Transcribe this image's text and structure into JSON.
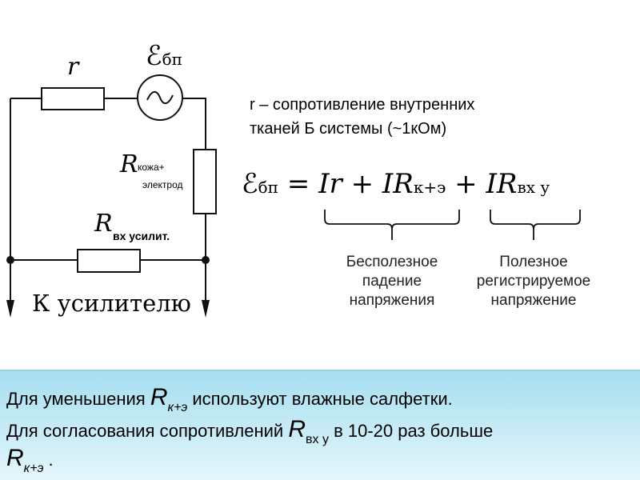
{
  "circuit": {
    "r_label": "r",
    "source_label": "ℰ",
    "source_sub": "бп",
    "r_skin_label": "R",
    "r_skin_sub_1": "кожа+",
    "r_skin_sub_2": "электрод",
    "r_in_label": "R",
    "r_in_sub": "вх усилит.",
    "output_label": "К усилителю"
  },
  "note": {
    "line1": "r – сопротивление внутренних",
    "line2": "тканей Б системы (~1кОм)"
  },
  "formula": {
    "lhs": "ℰ",
    "lhs_sub": "бп",
    "eq": " = ",
    "t1": "Ir",
    "plus1": " + ",
    "t2": "IR",
    "t2_sub": "к+э",
    "plus2": " + ",
    "t3": "IR",
    "t3_sub": "вх у"
  },
  "braces": {
    "useless": [
      "Бесполезное",
      "падение",
      "напряжения"
    ],
    "useful": [
      "Полезное",
      "регистрируемое",
      "напряжение"
    ]
  },
  "bottom": {
    "l1_a": "Для уменьшения ",
    "l1_R": "R",
    "l1_sub": "к+э",
    "l1_b": " используют влажные салфетки.",
    "l2_a": "Для согласования сопротивлений ",
    "l2_R": "R",
    "l2_sub": "вх у",
    "l2_b": " в 10-20 раз больше",
    "l3_R": "R",
    "l3_sub": "к+э",
    "l3_b": " ."
  }
}
